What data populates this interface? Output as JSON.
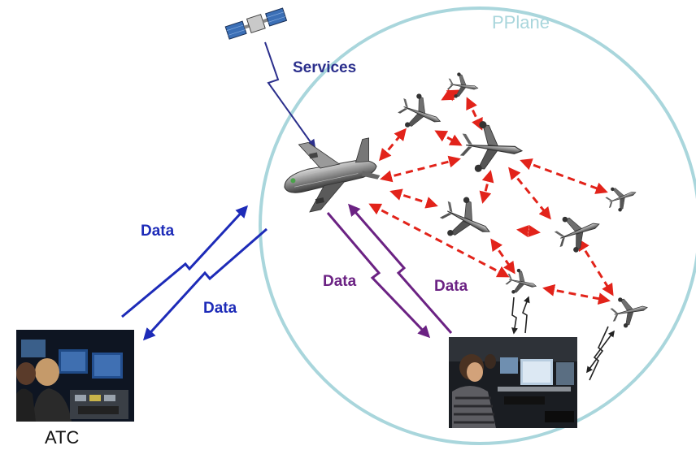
{
  "labels": {
    "pplane": "PPlane",
    "services": "Services",
    "data_atc_upper": "Data",
    "data_atc_lower": "Data",
    "data_gs_left": "Data",
    "data_gs_right": "Data",
    "atc": "ATC"
  },
  "colors": {
    "ellipse": "#a9d6dc",
    "pplane_text": "#a9d6dc",
    "services": "#2b2f8c",
    "atc_link": "#1d2bb8",
    "gs_link": "#6b2283",
    "mesh": "#e2231a",
    "downlink": "#222222"
  },
  "icons": {
    "satellite": "satellite-icon",
    "master_aircraft": "airliner-icon",
    "uav": "uav-icon",
    "atc_station": "atc-console-photo",
    "ground_station": "ground-control-photo"
  }
}
